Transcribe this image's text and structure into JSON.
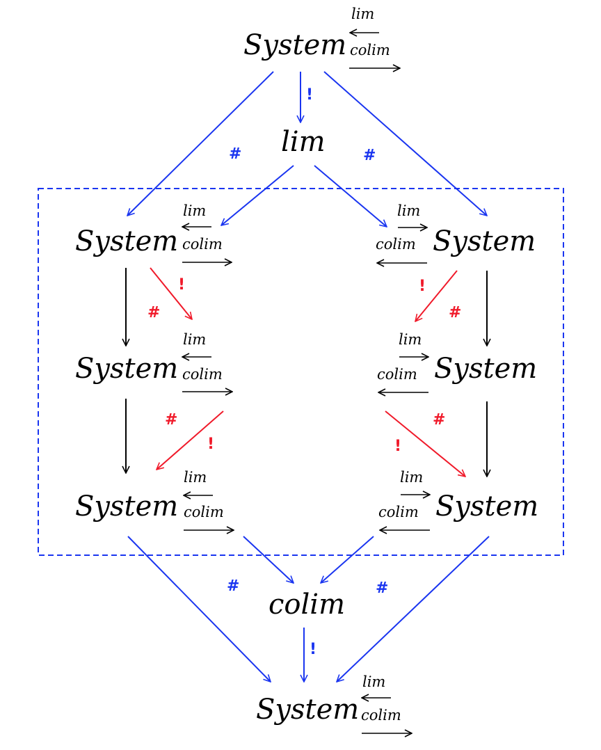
{
  "colors": {
    "blue": "#1a35f0",
    "red": "#f01a2a",
    "black": "#000000"
  },
  "nodes": {
    "top": {
      "label": "System",
      "upper": "lim",
      "lower": "colim",
      "upper_arrow": "left",
      "lower_arrow": "right"
    },
    "lim": {
      "label": "lim"
    },
    "left_1": {
      "label": "System",
      "upper": "lim",
      "lower": "colim",
      "upper_arrow": "left",
      "lower_arrow": "right"
    },
    "left_2": {
      "label": "System",
      "upper": "lim",
      "lower": "colim",
      "upper_arrow": "left",
      "lower_arrow": "right"
    },
    "left_3": {
      "label": "System",
      "upper": "lim",
      "lower": "colim",
      "upper_arrow": "left",
      "lower_arrow": "right"
    },
    "right_1": {
      "label": "System",
      "upper": "lim",
      "lower": "colim",
      "upper_arrow": "right",
      "lower_arrow": "left"
    },
    "right_2": {
      "label": "System",
      "upper": "lim",
      "lower": "colim",
      "upper_arrow": "right",
      "lower_arrow": "left"
    },
    "right_3": {
      "label": "System",
      "upper": "lim",
      "lower": "colim",
      "upper_arrow": "right",
      "lower_arrow": "left"
    },
    "colim": {
      "label": "colim"
    },
    "bottom": {
      "label": "System",
      "upper": "lim",
      "lower": "colim",
      "upper_arrow": "left",
      "lower_arrow": "right"
    }
  },
  "edge_labels": {
    "top_to_lim": "!",
    "top_to_left": "#",
    "top_to_right": "#",
    "left1_to_left2_diag": "!",
    "left1_to_left2_hash": "#",
    "right1_to_right2_diag": "!",
    "right1_to_right2_hash": "#",
    "left2_to_left3_diag": "!",
    "left2_to_left3_hash": "#",
    "right2_to_right3_diag": "!",
    "right2_to_right3_hash": "#",
    "left_to_bottom": "#",
    "right_to_bottom": "#",
    "colim_to_bottom": "!"
  },
  "edges": [
    {
      "from": "top",
      "to": "lim",
      "color": "blue",
      "label": "!"
    },
    {
      "from": "top",
      "to": "left_1",
      "color": "blue",
      "label": "#"
    },
    {
      "from": "top",
      "to": "right_1",
      "color": "blue",
      "label": "#"
    },
    {
      "from": "lim",
      "to": "left_1",
      "color": "blue"
    },
    {
      "from": "lim",
      "to": "right_1",
      "color": "blue"
    },
    {
      "from": "left_1",
      "to": "left_2",
      "color": "black"
    },
    {
      "from": "left_1",
      "to": "left_2",
      "color": "red",
      "labels": [
        "!",
        "#"
      ]
    },
    {
      "from": "left_2",
      "to": "left_3",
      "color": "black"
    },
    {
      "from": "left_2",
      "to": "left_3",
      "color": "red",
      "labels": [
        "!",
        "#"
      ]
    },
    {
      "from": "right_1",
      "to": "right_2",
      "color": "black"
    },
    {
      "from": "right_1",
      "to": "right_2",
      "color": "red",
      "labels": [
        "!",
        "#"
      ]
    },
    {
      "from": "right_2",
      "to": "right_3",
      "color": "black"
    },
    {
      "from": "right_2",
      "to": "right_3",
      "color": "red",
      "labels": [
        "!",
        "#"
      ]
    },
    {
      "from": "left_3",
      "to": "colim",
      "color": "blue"
    },
    {
      "from": "right_3",
      "to": "colim",
      "color": "blue"
    },
    {
      "from": "left_3",
      "to": "bottom",
      "color": "blue",
      "label": "#"
    },
    {
      "from": "right_3",
      "to": "bottom",
      "color": "blue",
      "label": "#"
    },
    {
      "from": "colim",
      "to": "bottom",
      "color": "blue",
      "label": "!"
    }
  ],
  "group_box": {
    "style": "dashed",
    "color": "blue",
    "contains": [
      "left_1",
      "left_2",
      "left_3",
      "right_1",
      "right_2",
      "right_3"
    ]
  }
}
